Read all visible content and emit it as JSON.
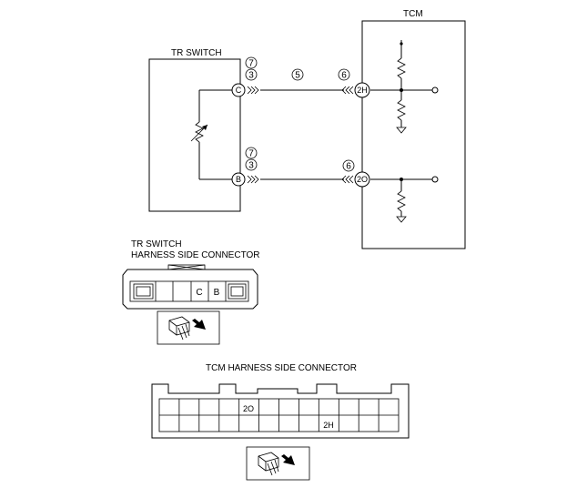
{
  "labels": {
    "tcm": "TCM",
    "tr_switch": "TR SWITCH",
    "tr_switch_connector_line1": "TR SWITCH",
    "tr_switch_connector_line2": "HARNESS SIDE CONNECTOR",
    "tcm_connector": "TCM HARNESS SIDE CONNECTOR"
  },
  "tr_switch_terminals": {
    "c": "C",
    "b": "B"
  },
  "tcm_terminals": {
    "t2h": "2H",
    "t2o": "2O"
  },
  "circled_numbers": {
    "top_left_upper": "7",
    "top_left_lower": "3",
    "top_mid": "5",
    "top_right": "6",
    "bot_left_upper": "7",
    "bot_left_lower": "3",
    "bot_right": "6"
  },
  "tr_connector_pins": {
    "c": "C",
    "b": "B"
  },
  "tcm_connector_pins": {
    "p2o": "2O",
    "p2h": "2H"
  }
}
